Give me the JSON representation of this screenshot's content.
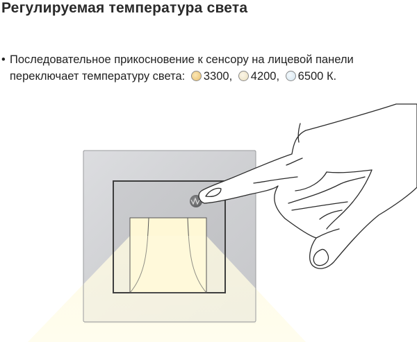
{
  "title": "Регулируемая температура света",
  "bullet": {
    "marker": "•",
    "line1": "Последовательное прикосновение к сенсору на лицевой панели",
    "line2_prefix": "переключает температуру света:",
    "temperatures": [
      {
        "label": "3300,",
        "color": "#f2d08c"
      },
      {
        "label": "4200,",
        "color": "#f5ecd4"
      },
      {
        "label": "6500 К.",
        "color": "#e3eff6"
      }
    ]
  },
  "illustration": {
    "frame_color": "#cfd0d2",
    "inner_panel_color": "#c4c5c7",
    "light_window_color": "#fff8d8",
    "light_cone_color": "#fffbe6",
    "sensor_color": "#6d6e70",
    "outline_color": "#3a3a3a"
  }
}
